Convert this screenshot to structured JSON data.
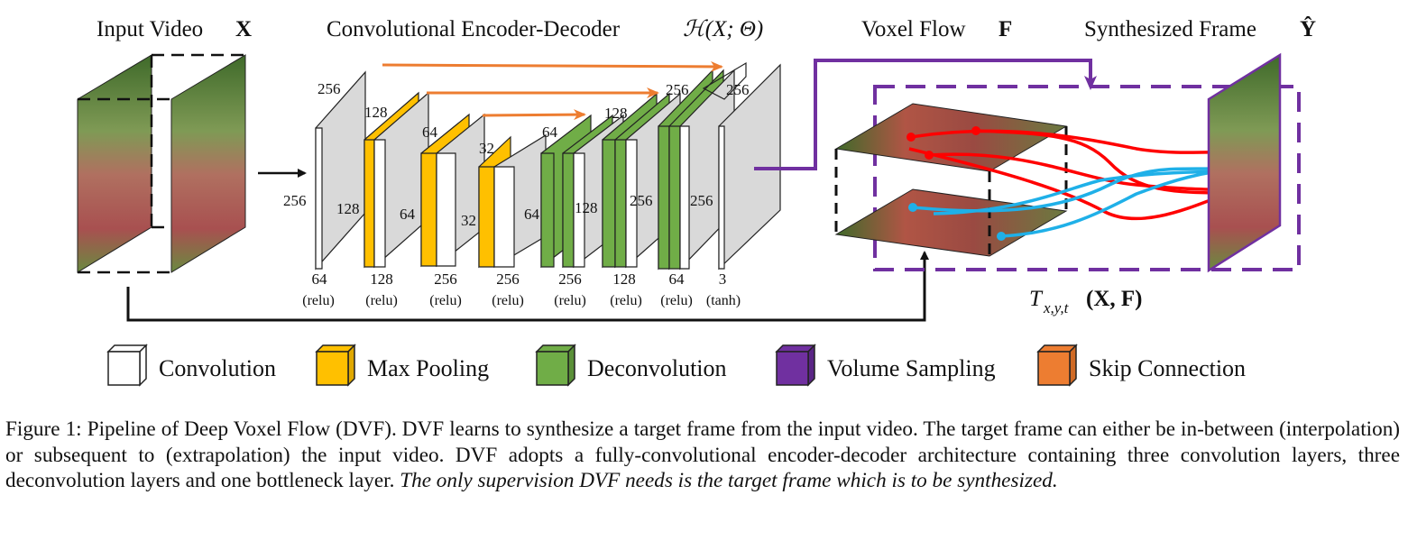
{
  "figure": {
    "titles": {
      "input_video": "Input Video",
      "input_video_symbol": "X",
      "encoder_decoder": "Convolutional Encoder-Decoder",
      "encoder_decoder_symbol": "ℋ(X; Θ)",
      "voxel_flow": "Voxel Flow",
      "voxel_flow_symbol": "F",
      "synthesized_frame": "Synthesized Frame",
      "synthesized_frame_symbol": "Ŷ"
    },
    "sampling_label": "T",
    "sampling_subscript": "x,y,t",
    "sampling_args": "(X, F)",
    "layers": [
      {
        "type": "convolution",
        "width_label": "256",
        "height_label": "256",
        "channels": "64",
        "activation": "(relu)"
      },
      {
        "type": "max_pooling",
        "width_label": "128",
        "height_label": "128",
        "channels": "128",
        "activation": "(relu)"
      },
      {
        "type": "max_pooling",
        "width_label": "64",
        "height_label": "64",
        "channels": "256",
        "activation": "(relu)"
      },
      {
        "type": "max_pooling",
        "width_label": "32",
        "height_label": "32",
        "channels": "256",
        "activation": "(relu)"
      },
      {
        "type": "deconvolution",
        "width_label": "64",
        "height_label": "64",
        "channels": "256",
        "activation": "(relu)"
      },
      {
        "type": "deconvolution",
        "width_label": "128",
        "height_label": "128",
        "channels": "128",
        "activation": "(relu)"
      },
      {
        "type": "deconvolution",
        "width_label": "256",
        "height_label": "256",
        "channels": "64",
        "activation": "(relu)"
      },
      {
        "type": "convolution",
        "width_label": "256",
        "height_label": "256",
        "channels": "3",
        "activation": "(tanh)"
      }
    ],
    "legend": [
      {
        "label": "Convolution",
        "color": "#ffffff"
      },
      {
        "label": "Max Pooling",
        "color": "#ffc000"
      },
      {
        "label": "Deconvolution",
        "color": "#70ad47"
      },
      {
        "label": "Volume Sampling",
        "color": "#7030a0"
      },
      {
        "label": "Skip Connection",
        "color": "#ed7d31"
      }
    ],
    "colors": {
      "layer_gray": "#d9d9d9",
      "max_pooling": "#ffc000",
      "deconvolution": "#70ad47",
      "volume_sampling": "#7030a0",
      "skip_connection": "#ed7d31",
      "flow_red": "#ff0000",
      "flow_blue": "#1fb0e8"
    }
  },
  "caption": {
    "label": "Figure 1:",
    "text": "Pipeline of Deep Voxel Flow (DVF). DVF learns to synthesize a target frame from the input video. The target frame can either be in-between (interpolation) or subsequent to (extrapolation) the input video. DVF adopts a fully-convolutional encoder-decoder architecture containing three convolution layers, three deconvolution layers and one bottleneck layer.",
    "italic": "The only supervision DVF needs is the target frame which is to be synthesized."
  }
}
